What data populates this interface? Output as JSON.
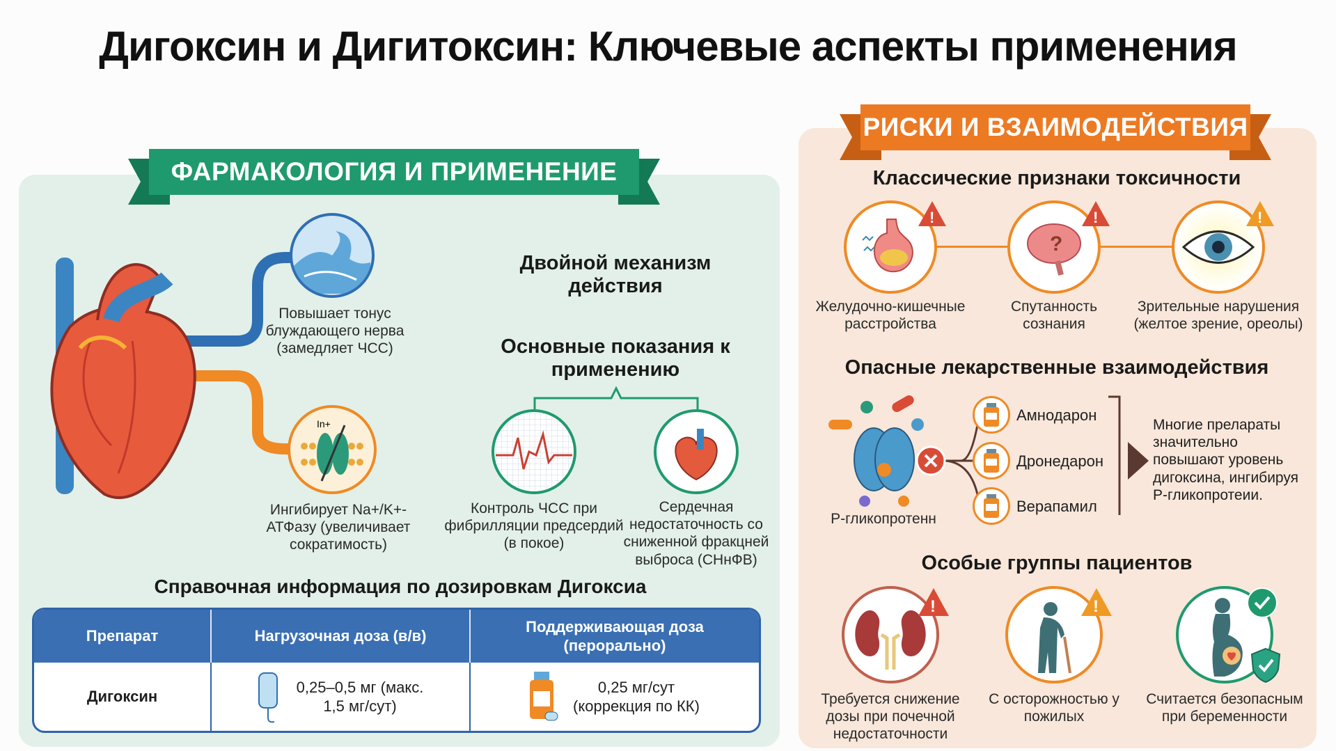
{
  "title": "Дигоксин и Дигитоксин: Ключевые аспекты применения",
  "left": {
    "ribbon": "ФАРМАКОЛОГИЯ И ПРИМЕНЕНИЕ",
    "mechanism_title": "Двойной механизм действия",
    "mechanisms": [
      {
        "icon": "vagus-wave-icon",
        "text": "Повышает тонус блуждающего нерва (замедляет ЧСС)"
      },
      {
        "icon": "ion-pump-icon",
        "icon_label": "In+",
        "text": "Ингибирует Na+/K+-АТФазу (увеличивает сократимость)"
      }
    ],
    "indications_title": "Основные показания к применению",
    "indications": [
      {
        "icon": "ecg-icon",
        "text": "Контроль ЧСС при фибрилляции предсердий (в покое)"
      },
      {
        "icon": "heart-icon",
        "text": "Сердечная недостаточность со сниженной фракцней выброса (СНнФВ)"
      }
    ],
    "table_title": "Справочная информация по дозировкам Дигоксиа",
    "table": {
      "headers": [
        "Препарат",
        "Нагрузочная доза (в/в)",
        "Поддерживающая доза (перорально)"
      ],
      "rows": [
        {
          "drug": "Дигоксин",
          "loading": "0,25–0,5 мг (макс. 1,5 мг/сут)",
          "maintenance": "0,25 мг/сут (коррекция по КК)"
        }
      ]
    }
  },
  "right": {
    "ribbon": "РИСКИ И ВЗАИМОДЕЙСТВИЯ",
    "toxicity_title": "Классические признаки токсичности",
    "toxicity": [
      {
        "icon": "stomach-icon",
        "text": "Желудочно-кишечные расстройства"
      },
      {
        "icon": "brain-icon",
        "text": "Спутанность сознания"
      },
      {
        "icon": "eye-icon",
        "text": "Зрительные нарушения (желтое зрение, ореолы)"
      }
    ],
    "interactions_title": "Опасные лекарственные взаимодействия",
    "pgp_label": "Р-гликопротенн",
    "drugs": [
      "Амнодарон",
      "Дронедарон",
      "Верапамил"
    ],
    "interaction_note": "Многие прелараты значительно повышают уровень дигоксина, ингибируя Р-гликопротеии.",
    "groups_title": "Особые группы пациентов",
    "groups": [
      {
        "icon": "kidney-icon",
        "status": "warning",
        "text": "Требуется снижение дозы при почечной недостаточности"
      },
      {
        "icon": "elderly-icon",
        "status": "warning",
        "text": "С осторожностью у пожилых"
      },
      {
        "icon": "pregnancy-icon",
        "status": "safe",
        "text": "Считается безопасным при беременности"
      }
    ]
  },
  "colors": {
    "green": "#1f9a6e",
    "orange": "#ec7a23",
    "blue": "#3a6fb3",
    "red": "#d94b36"
  }
}
